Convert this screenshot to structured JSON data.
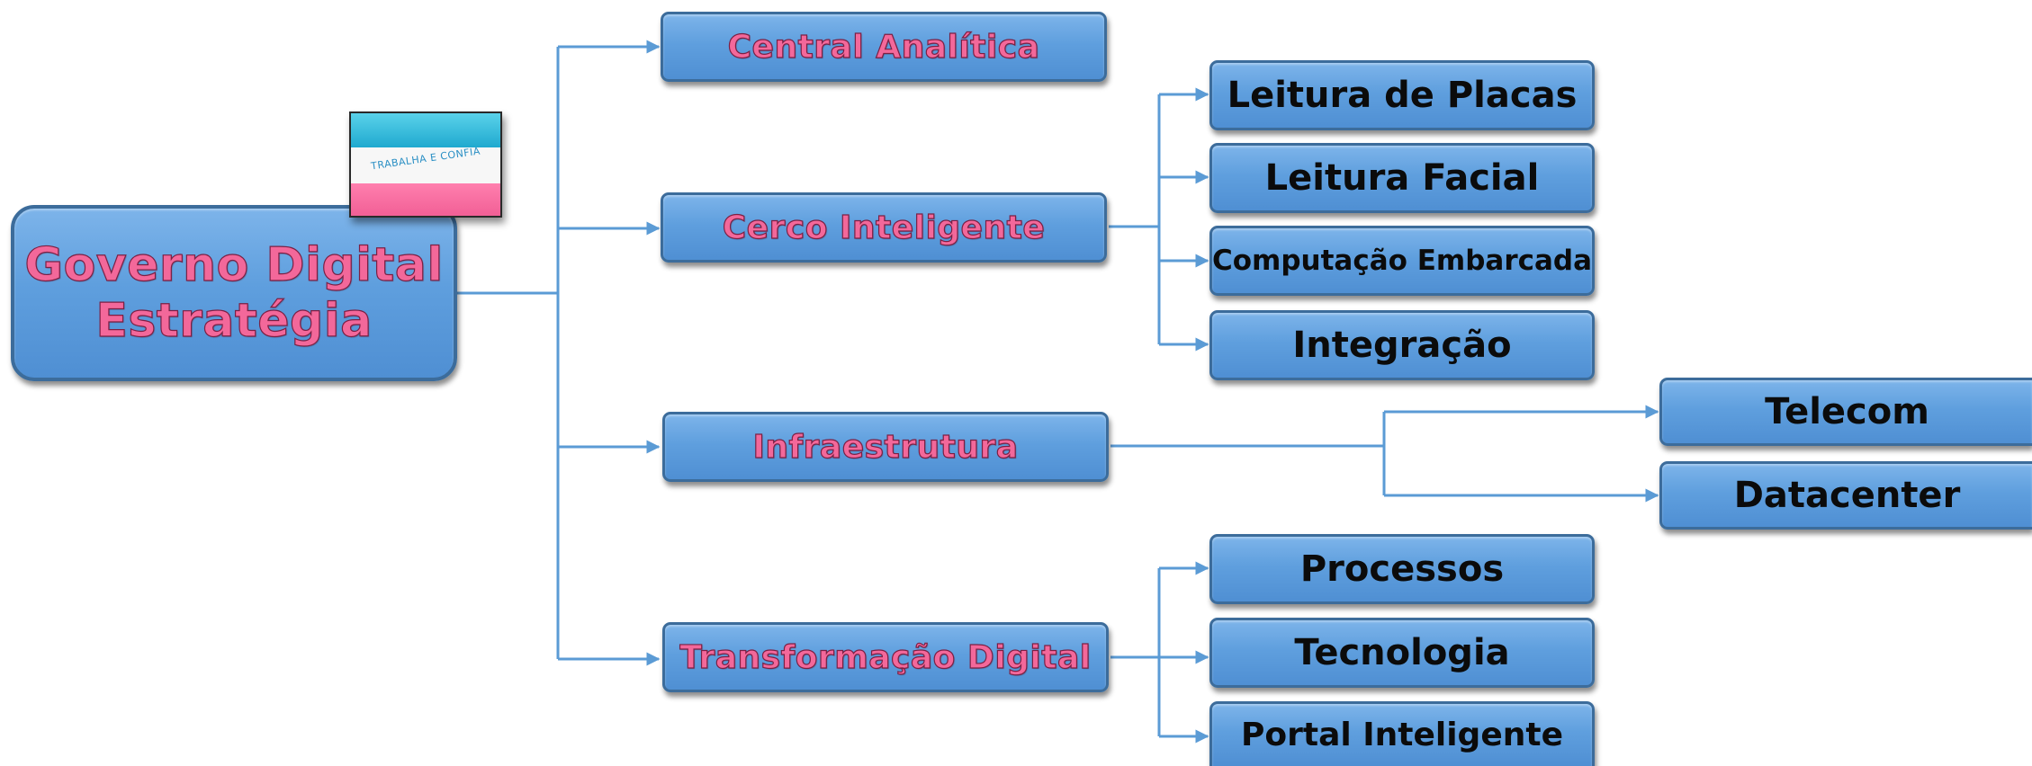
{
  "root": {
    "line1": "Governo Digital",
    "line2": "Estratégia"
  },
  "flag": {
    "motto": "TRABALHA E CONFIA"
  },
  "branches": {
    "central_analitica": "Central Analítica",
    "cerco_inteligente": "Cerco Inteligente",
    "infraestrutura": "Infraestrutura",
    "transformacao_digital": "Transformação Digital"
  },
  "cerco_children": {
    "leitura_placas": "Leitura de Placas",
    "leitura_facial": "Leitura Facial",
    "computacao_embarcada": "Computação Embarcada",
    "integracao": "Integração"
  },
  "infra_children": {
    "telecom": "Telecom",
    "datacenter": "Datacenter"
  },
  "transformacao_children": {
    "processos": "Processos",
    "tecnologia": "Tecnologia",
    "portal_inteligente": "Portal Inteligente"
  },
  "colors": {
    "box_fill": "#5f9fde",
    "box_border": "#3c6c9b",
    "connector": "#5b9bd5",
    "pink_text": "#f3689a",
    "flag_blue": "#1fa9cf",
    "flag_pink": "#f05c93"
  }
}
